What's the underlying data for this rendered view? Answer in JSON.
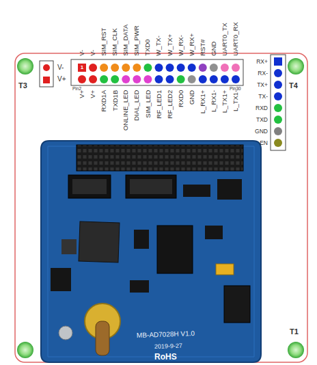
{
  "diagram": {
    "labels": [
      "T3",
      "T4",
      "T1",
      "V-",
      "V+",
      "V-",
      "V-",
      "SIM_RST",
      "SIM_CLK",
      "SIM_DATA",
      "SIM_PWR",
      "TXD0",
      "W_TX-",
      "W_TX+",
      "W_RX-",
      "W_RX+",
      "RST#",
      "GND",
      "UART0_TX",
      "UART0_RX",
      "V+",
      "V+",
      "RXD1A",
      "TXD1B",
      "ONLINE_LED",
      "DIAL_LED",
      "SIM_LED",
      "RF_LED1",
      "RF_LED2",
      "RXD0",
      "GND",
      "L_RX1+",
      "L_RX1-",
      "L_TX1+",
      "L_TX1-",
      "Pin2",
      "Pin30",
      "1",
      "RX+",
      "RX-",
      "TX+",
      "TX-",
      "RXD",
      "TXD",
      "GND",
      "EN",
      "MB-AD7028H V1.0",
      "2019-9-27",
      "RoHS"
    ]
  }
}
